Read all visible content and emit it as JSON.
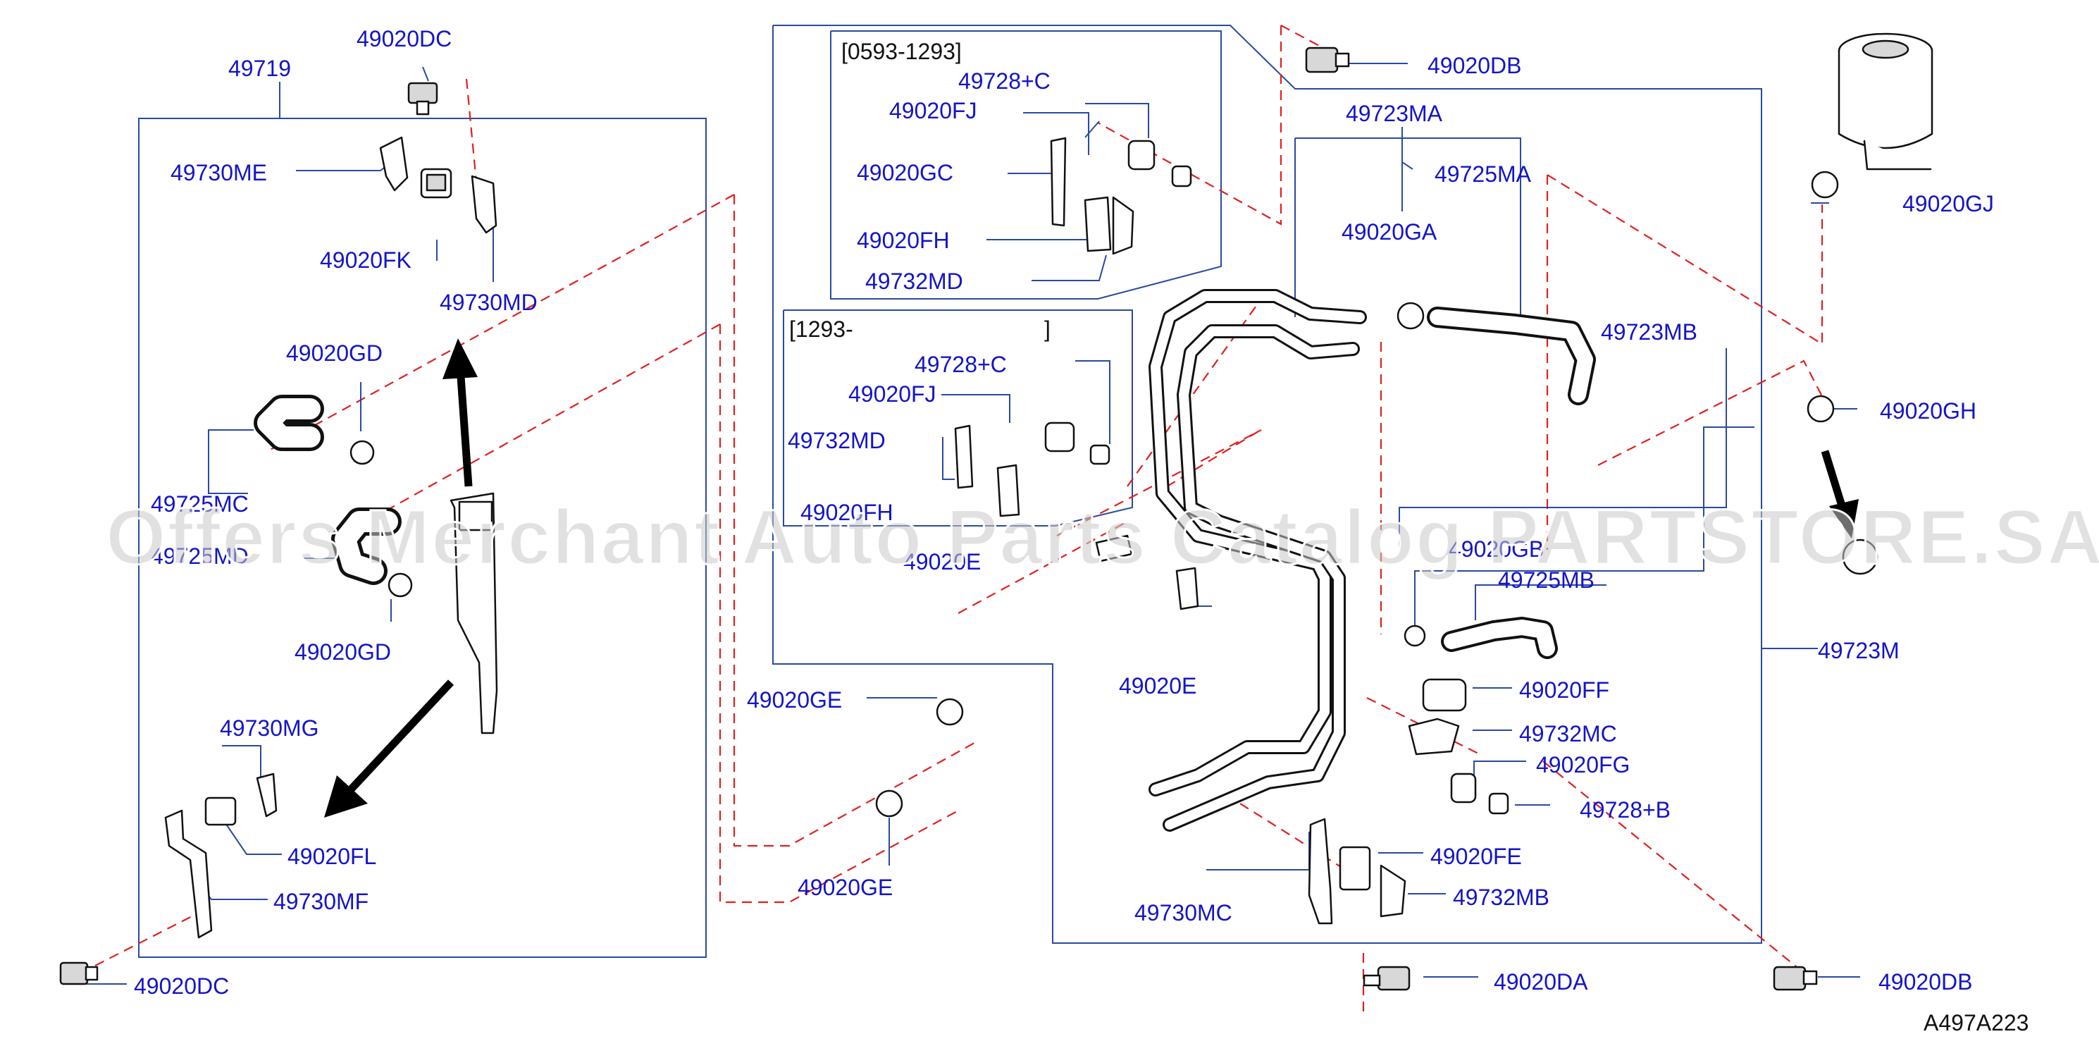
{
  "diagram_code": "A497A223",
  "watermark": "Offers Merchant Auto Parts Catalog PARTSTORE.SA",
  "date_ranges": {
    "early": "[0593-1293]",
    "late": "[1293-",
    "late_close": "]"
  },
  "labels": {
    "49719": "49719",
    "49020DC_top": "49020DC",
    "49730ME": "49730ME",
    "49020FK": "49020FK",
    "49730MD": "49730MD",
    "49020GD_top": "49020GD",
    "49725MC": "49725MC",
    "49725MD": "49725MD",
    "49020GD_bottom": "49020GD",
    "49730MG": "49730MG",
    "49020FL": "49020FL",
    "49730MF": "49730MF",
    "49020DC_bottom": "49020DC",
    "49728C_a": "49728+C",
    "49020FJ_a": "49020FJ",
    "49020GC": "49020GC",
    "49020FH_a": "49020FH",
    "49732MD_a": "49732MD",
    "49728C_b": "49728+C",
    "49020FJ_b": "49020FJ",
    "49732MD_b": "49732MD",
    "49020FH_b": "49020FH",
    "49020E_left": "49020E",
    "49020DB_top": "49020DB",
    "49723MA": "49723MA",
    "49725MA": "49725MA",
    "49020GA": "49020GA",
    "49723MB": "49723MB",
    "49020GJ": "49020GJ",
    "49020GH": "49020GH",
    "49020GB": "49020GB",
    "49725MB": "49725MB",
    "49723M": "49723M",
    "49020E_right": "49020E",
    "49020GE_top": "49020GE",
    "49020GE_bottom": "49020GE",
    "49020FF": "49020FF",
    "49732MC": "49732MC",
    "49020FG": "49020FG",
    "49728B": "49728+B",
    "49020FE": "49020FE",
    "49732MB": "49732MB",
    "49730MC": "49730MC",
    "49020DA": "49020DA",
    "49020DB_bottom": "49020DB"
  }
}
